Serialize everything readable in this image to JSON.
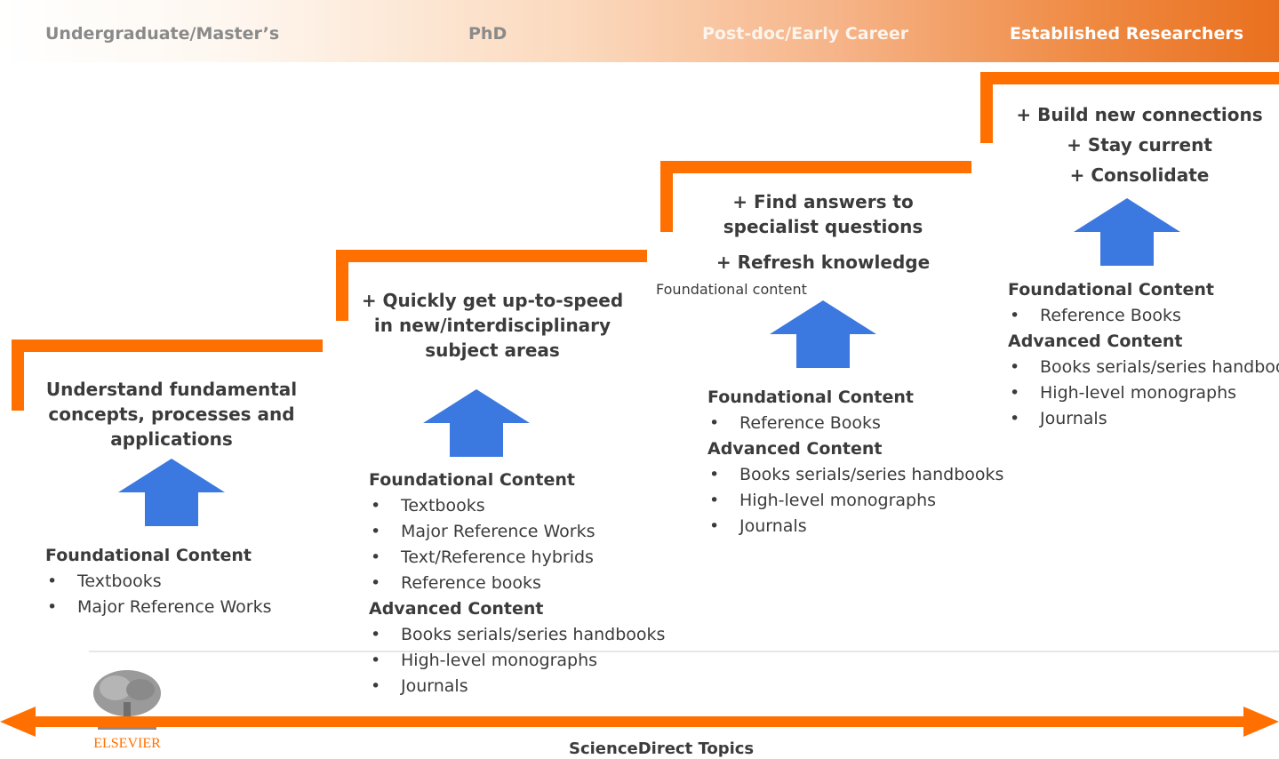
{
  "stages": [
    "Undergraduate/Master’s",
    "PhD",
    "Post-doc/Early Career",
    "Established Researchers"
  ],
  "columns": [
    {
      "heading": "Understand fundamental concepts, processes and applications",
      "groups": [
        {
          "title": "Foundational Content",
          "items": [
            "Textbooks",
            "Major Reference Works"
          ]
        }
      ]
    },
    {
      "heading": "+ Quickly get up-to-speed in new/interdisciplinary subject areas",
      "groups": [
        {
          "title": "Foundational Content",
          "items": [
            "Textbooks",
            "Major Reference Works",
            "Text/Reference hybrids",
            "Reference books"
          ]
        },
        {
          "title": "Advanced Content",
          "items": [
            "Books serials/series handbooks",
            "High-level monographs",
            "Journals"
          ]
        }
      ]
    },
    {
      "heading": "+ Find answers to specialist questions",
      "subheading": "+ Refresh knowledge",
      "note": "Foundational content",
      "groups": [
        {
          "title": "Foundational Content",
          "items": [
            "Reference Books"
          ]
        },
        {
          "title": "Advanced Content",
          "items": [
            "Books serials/series handbooks",
            "High-level monographs",
            "Journals"
          ]
        }
      ]
    },
    {
      "heading_lines": [
        "+ Build new connections",
        "+ Stay current",
        "+ Consolidate"
      ],
      "groups": [
        {
          "title": "Foundational Content",
          "items": [
            "Reference Books"
          ]
        },
        {
          "title": "Advanced Content",
          "items": [
            "Books serials/series handbooks",
            "High-level monographs",
            "Journals"
          ]
        }
      ]
    }
  ],
  "logo": {
    "text": "ELSEVIER"
  },
  "footer": {
    "label": "ScienceDirect Topics"
  },
  "colors": {
    "accent": "#ff7000",
    "arrow": "#3b78e0",
    "text": "#3b3b3b"
  }
}
